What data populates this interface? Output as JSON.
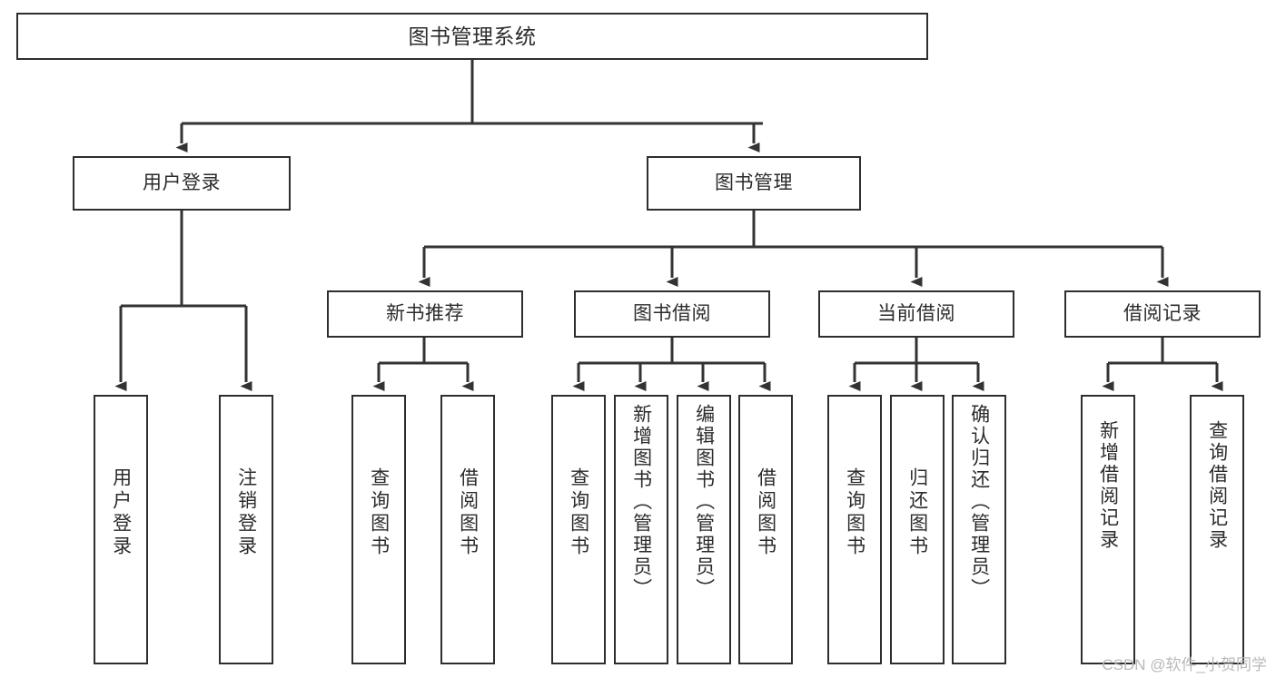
{
  "diagram": {
    "title": "图书管理系统",
    "type": "tree",
    "root": {
      "label": "图书管理系统"
    },
    "level2": [
      {
        "label": "用户登录"
      },
      {
        "label": "图书管理"
      }
    ],
    "level3": [
      {
        "label": "新书推荐"
      },
      {
        "label": "图书借阅"
      },
      {
        "label": "当前借阅"
      },
      {
        "label": "借阅记录"
      }
    ],
    "leaves": {
      "user_login": [
        {
          "label": "用户登录"
        },
        {
          "label": "注销登录"
        }
      ],
      "new_book_recommend": [
        {
          "label": "查询图书"
        },
        {
          "label": "借阅图书"
        }
      ],
      "book_borrow": [
        {
          "label": "查询图书"
        },
        {
          "label": "新增图书（管理员）"
        },
        {
          "label": "编辑图书（管理员）"
        },
        {
          "label": "借阅图书"
        }
      ],
      "current_borrow": [
        {
          "label": "查询图书"
        },
        {
          "label": "归还图书"
        },
        {
          "label": "确认归还（管理员）"
        }
      ],
      "borrow_record": [
        {
          "label": "新增借阅记录"
        },
        {
          "label": "查询借阅记录"
        }
      ]
    }
  },
  "watermark": {
    "text": "CSDN @软件_小贺同学"
  },
  "colors": {
    "box_border": "#2e2e2e",
    "box_fill": "#ffffff",
    "text": "#2b2b2b",
    "connector": "#333333",
    "watermark": "#b9b9b9",
    "background": "#ffffff"
  }
}
